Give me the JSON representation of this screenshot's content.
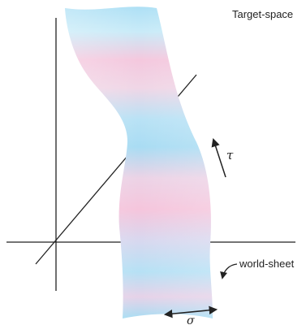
{
  "labels": {
    "target_space": "Target-space",
    "tau": "τ",
    "world_sheet": "world-sheet",
    "sigma": "σ"
  },
  "colors": {
    "sheet_blue": "#aee0f5",
    "sheet_pink": "#f5c6dc",
    "axis": "#222222"
  },
  "icons": {
    "tau_arrow": "arrow-up-right-icon",
    "sigma_arrow": "double-headed-arrow-icon"
  }
}
